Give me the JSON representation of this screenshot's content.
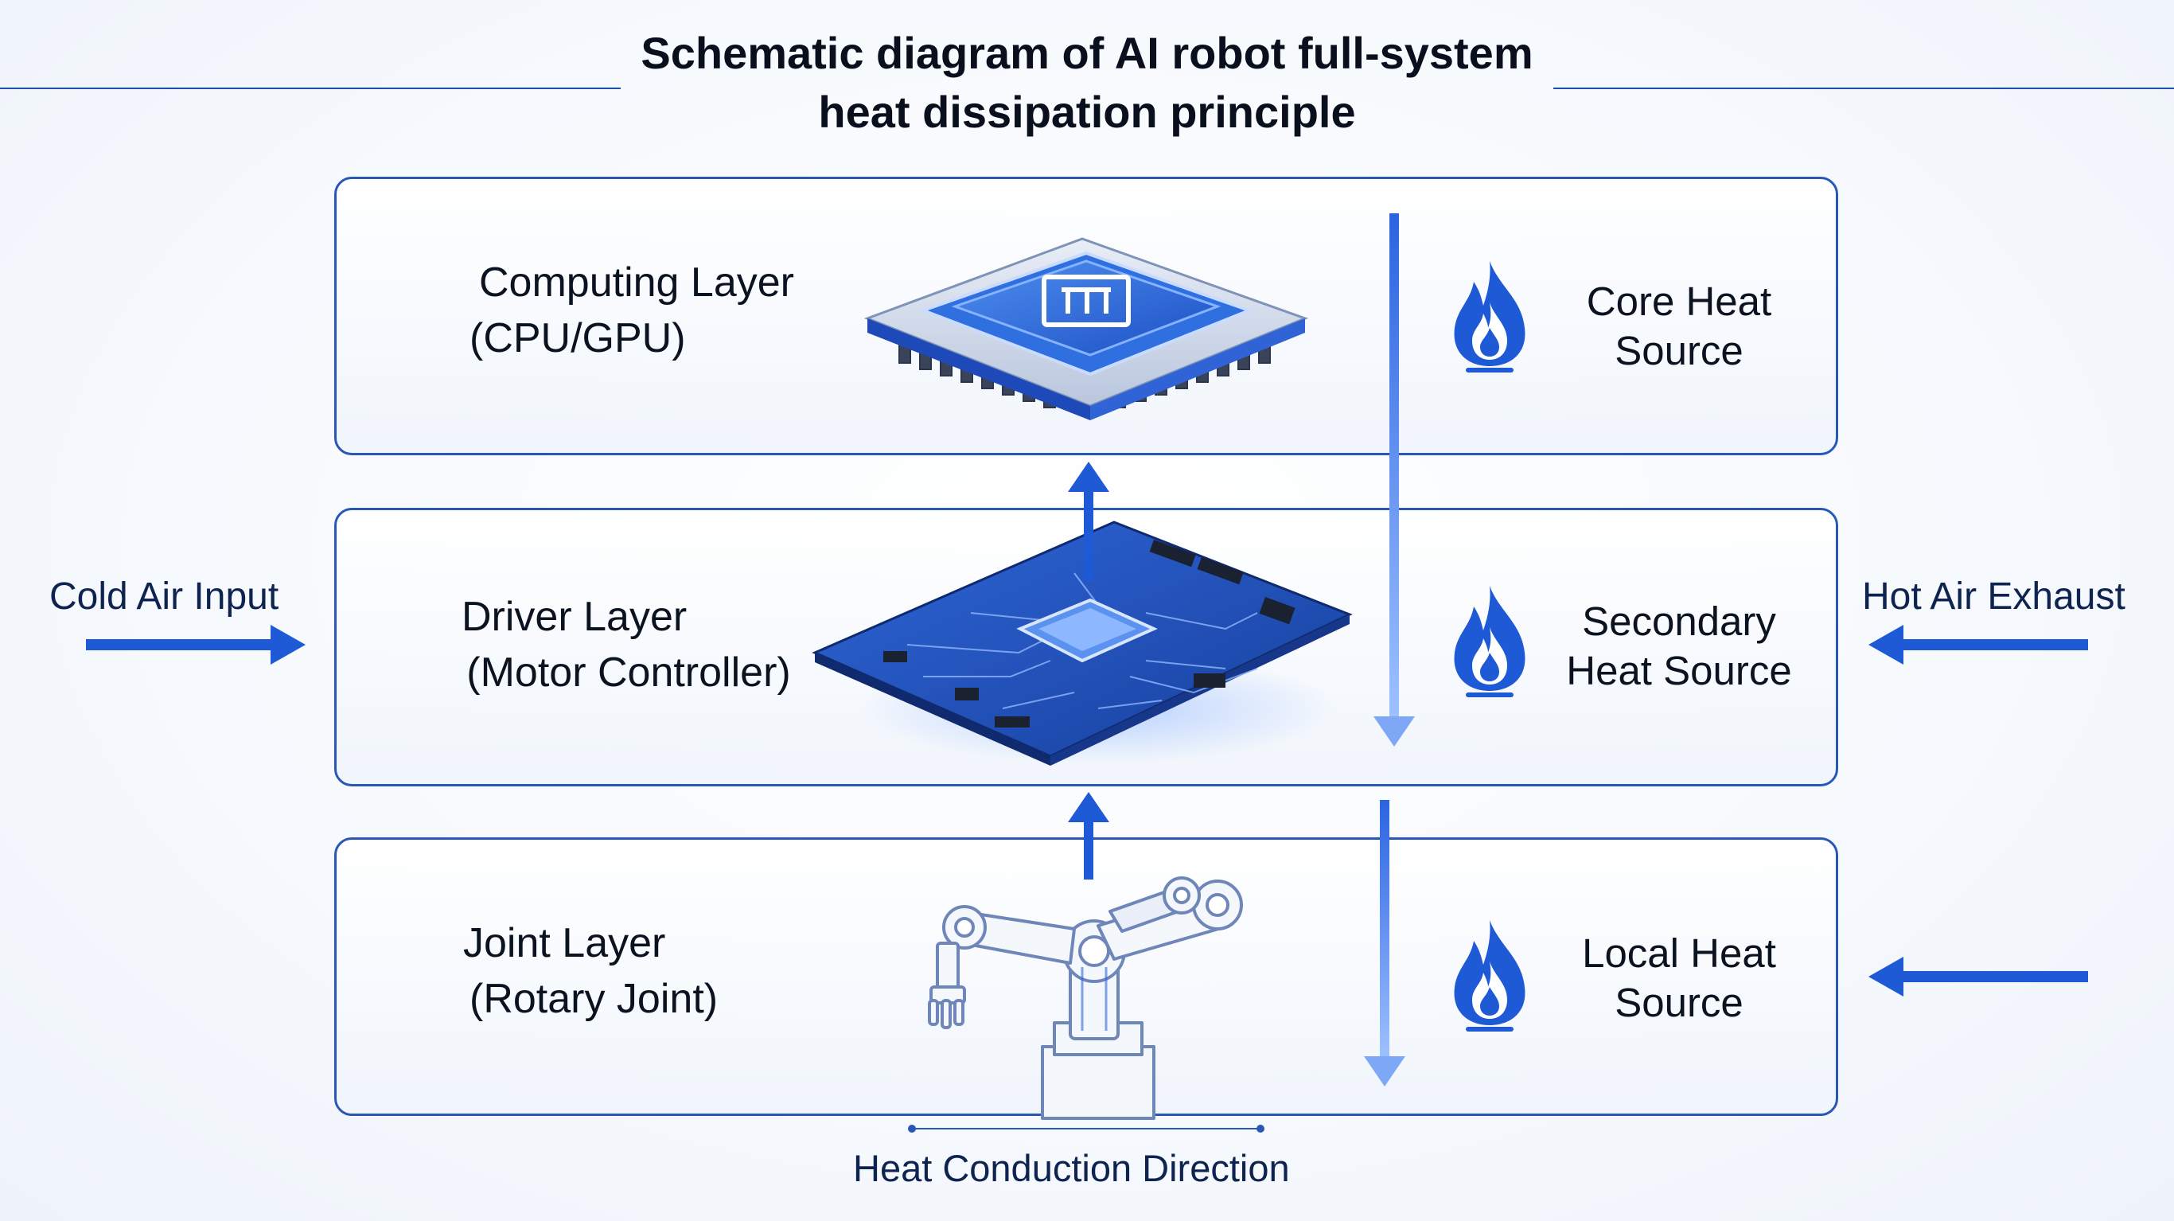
{
  "title": {
    "line1": "Schematic diagram of AI robot full-system",
    "line2": "heat dissipation principle"
  },
  "layers": [
    {
      "name_line1": "Computing Layer",
      "name_line2": "(CPU/GPU)",
      "heat_line1": "Core Heat",
      "heat_line2": "Source"
    },
    {
      "name_line1": "Driver Layer",
      "name_line2": "(Motor Controller)",
      "heat_line1": "Secondary",
      "heat_line2": "Heat Source"
    },
    {
      "name_line1": "Joint Layer",
      "name_line2": "(Rotary Joint)",
      "heat_line1": "Local Heat",
      "heat_line2": "Source"
    }
  ],
  "airflow": {
    "input_label": "Cold Air Input",
    "exhaust_label": "Hot Air Exhaust"
  },
  "footer": {
    "label": "Heat Conduction Direction"
  },
  "icons": {
    "chip": "cpu-chip-icon",
    "board": "circuit-board-icon",
    "arm": "robot-arm-icon",
    "flame": "flame-icon"
  },
  "colors": {
    "accent": "#1f5ad6",
    "border": "#2957b6",
    "chip": "#2a62d8",
    "text": "#0b1220"
  }
}
